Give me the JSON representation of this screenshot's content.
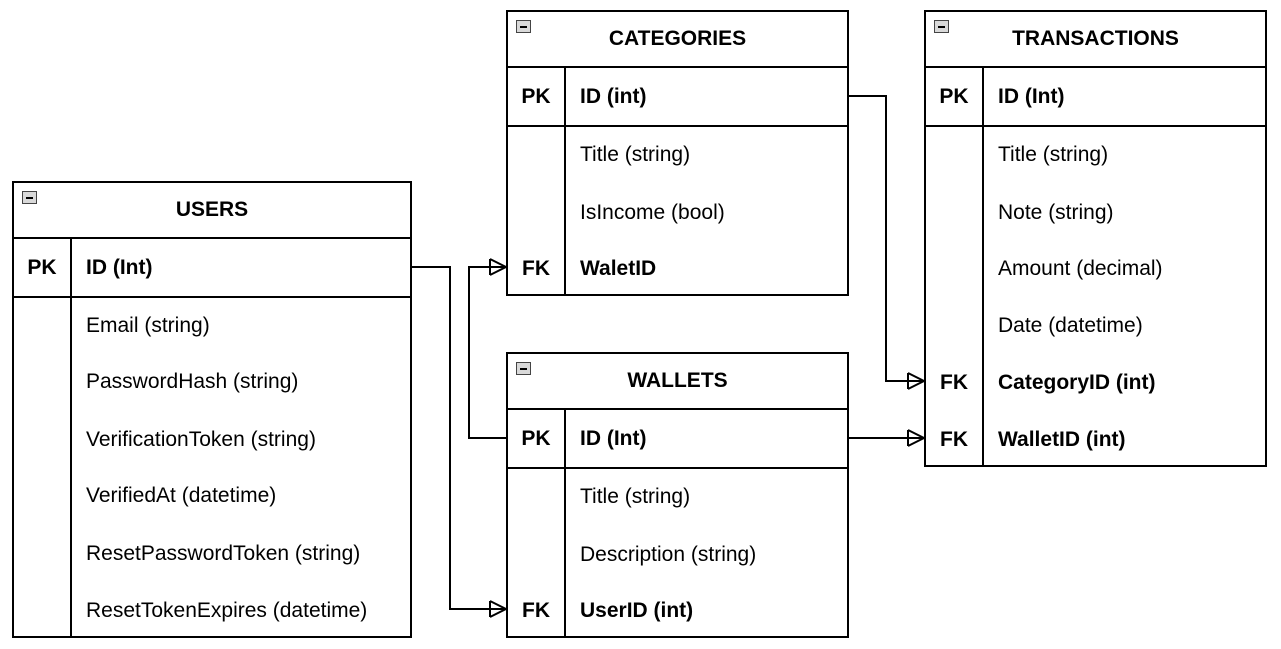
{
  "tables": {
    "users": {
      "title": "USERS",
      "pk": {
        "key": "PK",
        "field": "ID (Int)"
      },
      "fields": [
        "Email (string)",
        "PasswordHash (string)",
        "VerificationToken (string)",
        "VerifiedAt (datetime)",
        "ResetPasswordToken (string)",
        "ResetTokenExpires (datetime)"
      ]
    },
    "categories": {
      "title": "CATEGORIES",
      "pk": {
        "key": "PK",
        "field": "ID (int)"
      },
      "fields": [
        "Title (string)",
        "IsIncome (bool)"
      ],
      "fk": [
        {
          "key": "FK",
          "field": "WaletID"
        }
      ]
    },
    "wallets": {
      "title": "WALLETS",
      "pk": {
        "key": "PK",
        "field": "ID (Int)"
      },
      "fields": [
        "Title (string)",
        "Description (string)"
      ],
      "fk": [
        {
          "key": "FK",
          "field": "UserID (int)"
        }
      ]
    },
    "transactions": {
      "title": "TRANSACTIONS",
      "pk": {
        "key": "PK",
        "field": "ID (Int)"
      },
      "fields": [
        "Title (string)",
        "Note (string)",
        "Amount (decimal)",
        "Date (datetime)"
      ],
      "fk": [
        {
          "key": "FK",
          "field": "CategoryID (int)"
        },
        {
          "key": "FK",
          "field": "WalletID (int)"
        }
      ]
    }
  },
  "relationships": [
    {
      "from": "USERS.ID (Int)",
      "to": "WALLETS.UserID (int)",
      "type": "one-to-many"
    },
    {
      "from": "WALLETS.ID (Int)",
      "to": "CATEGORIES.WaletID",
      "type": "one-to-many"
    },
    {
      "from": "CATEGORIES.ID (int)",
      "to": "TRANSACTIONS.CategoryID (int)",
      "type": "one-to-many"
    },
    {
      "from": "WALLETS.ID (Int)",
      "to": "TRANSACTIONS.WalletID (int)",
      "type": "one-to-many"
    }
  ]
}
